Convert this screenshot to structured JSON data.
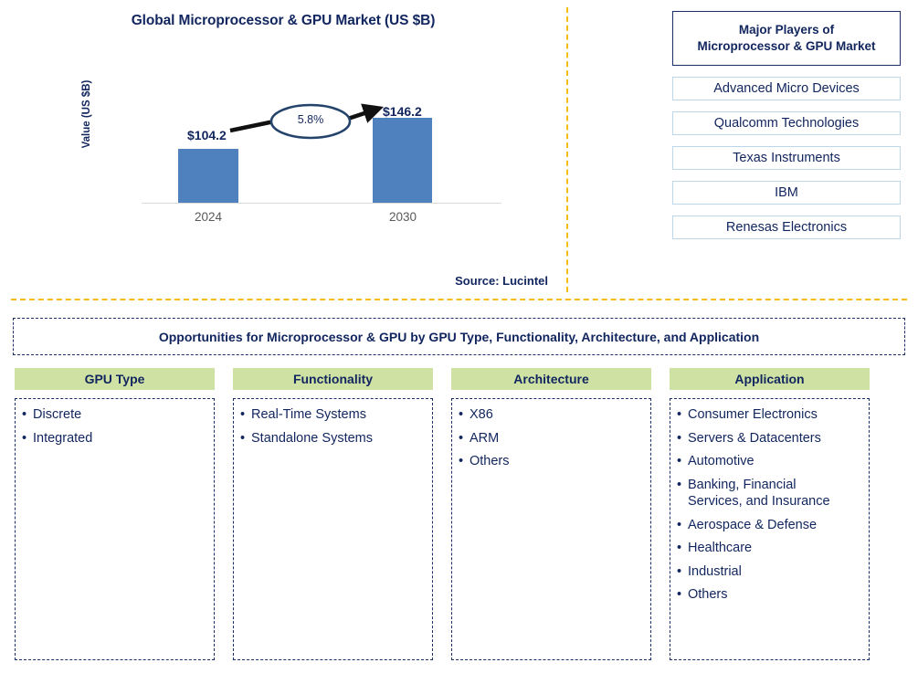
{
  "chart": {
    "title": "Global Microprocessor & GPU Market (US $B)",
    "y_axis_label": "Value (US $B)",
    "source": "Source: Lucintel"
  },
  "chart_data": {
    "type": "bar",
    "title": "Global Microprocessor & GPU Market (US $B)",
    "categories": [
      "2024",
      "2030"
    ],
    "values": [
      104.2,
      146.2
    ],
    "value_labels": [
      "$104.2",
      "$146.2"
    ],
    "cagr_label": "5.8%",
    "xlabel": "",
    "ylabel": "Value (US $B)",
    "ylim": [
      0,
      160
    ],
    "grid": false,
    "legend": "none",
    "bar_color": "#4e81bd",
    "annotation": "Arrow from 2024 bar to 2030 bar with CAGR callout 5.8%"
  },
  "players": {
    "header_line1": "Major Players of",
    "header_line2": "Microprocessor & GPU Market",
    "items": [
      "Advanced Micro Devices",
      "Qualcomm Technologies",
      "Texas Instruments",
      "IBM",
      "Renesas Electronics"
    ]
  },
  "opportunities": {
    "banner": "Opportunities for Microprocessor & GPU by GPU Type, Functionality, Architecture, and Application"
  },
  "segments": [
    {
      "header": "GPU Type",
      "items": [
        "Discrete",
        "Integrated"
      ]
    },
    {
      "header": "Functionality",
      "items": [
        "Real-Time Systems",
        "Standalone Systems"
      ]
    },
    {
      "header": "Architecture",
      "items": [
        "X86",
        "ARM",
        "Others"
      ]
    },
    {
      "header": "Application",
      "items": [
        "Consumer Electronics",
        "Servers & Datacenters",
        "Automotive",
        "Banking, Financial\nServices, and Insurance",
        "Aerospace & Defense",
        "Healthcare",
        "Industrial",
        "Others"
      ]
    }
  ],
  "colors": {
    "navy": "#11255e",
    "bar_blue": "#4e81bd",
    "divider_amber": "#f5bc10",
    "header_green": "#cfe2a4",
    "player_border": "#bcd6ea"
  }
}
